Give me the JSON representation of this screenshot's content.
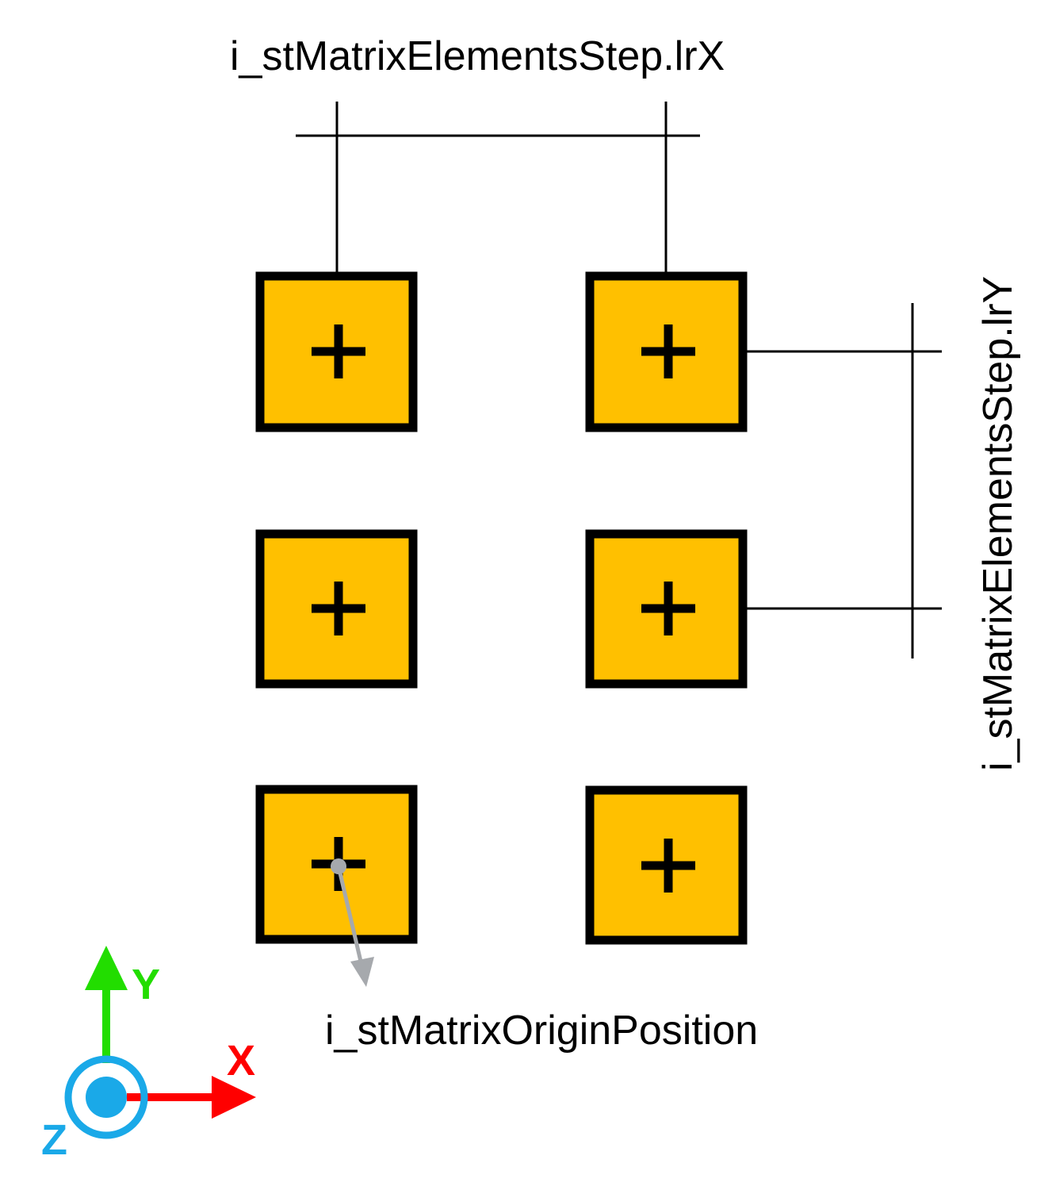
{
  "labels": {
    "step_x": "i_stMatrixElementsStep.lrX",
    "step_y": "i_stMatrixElementsStep.lrY",
    "origin": "i_stMatrixOriginPosition"
  },
  "matrix": {
    "columns": 2,
    "rows": 3,
    "element_symbol": "crosshair-plus",
    "origin_element": "bottom-left"
  },
  "axes": {
    "x": {
      "label": "X",
      "color": "#ff0000"
    },
    "y": {
      "label": "Y",
      "color": "#22dd00"
    },
    "z": {
      "label": "Z",
      "color": "#1aa9e8"
    }
  },
  "colors": {
    "element_fill": "#ffc000",
    "element_stroke": "#000000",
    "dimension_line": "#000000",
    "origin_pointer": "#a6a9ad"
  }
}
